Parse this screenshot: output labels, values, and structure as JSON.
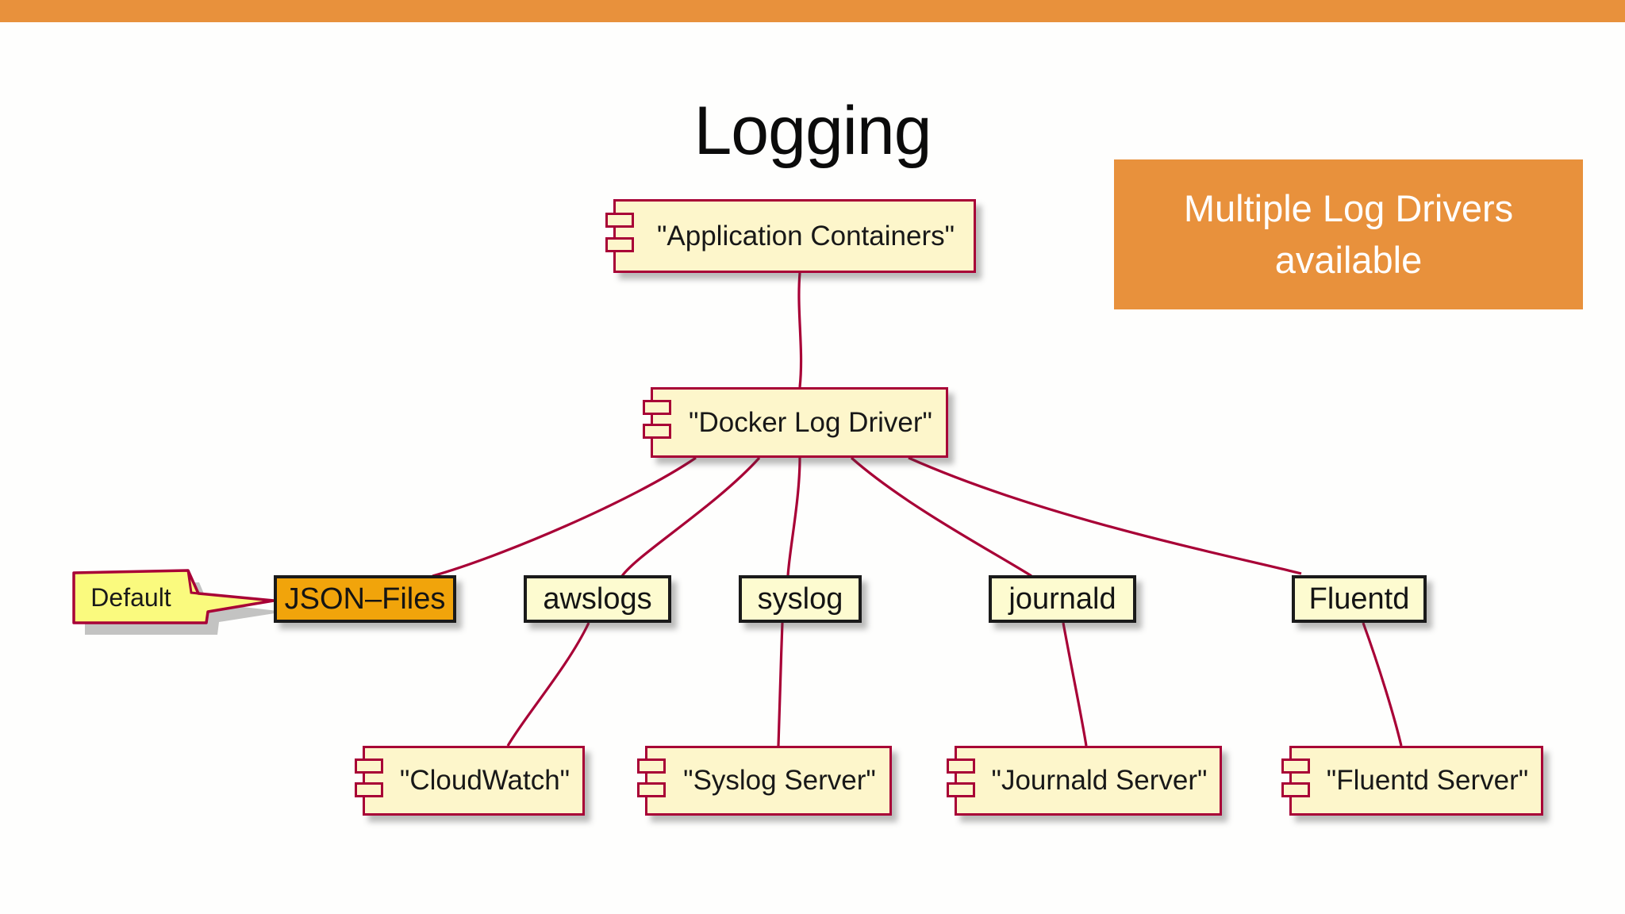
{
  "slide": {
    "title": "Logging",
    "background_color": "#FEFEFD",
    "banner_color": "#E8913C"
  },
  "callout": {
    "line1": "Multiple Log Drivers",
    "line2": "available",
    "bg_color": "#E8913C",
    "text_color": "#FFFFFF"
  },
  "diagram": {
    "type": "uml-component-diagram",
    "colors": {
      "edge": "#A80036",
      "component_fill": "#FDF6CB",
      "component_border": "#A80036",
      "driver_fill": "#FDFBD0",
      "driver_border": "#1A1A1A",
      "highlight_fill": "#F1A40B",
      "note_fill": "#FAFA7E",
      "note_border": "#A80036"
    },
    "nodes": {
      "app_containers": "\"Application Containers\"",
      "docker_log_driver": "\"Docker Log Driver\"",
      "cloudwatch": "\"CloudWatch\"",
      "syslog_server": "\"Syslog Server\"",
      "journald_server": "\"Journald Server\"",
      "fluentd_server": "\"Fluentd Server\""
    },
    "drivers": {
      "json_files": "JSON–Files",
      "awslogs": "awslogs",
      "syslog": "syslog",
      "journald": "journald",
      "fluentd": "Fluentd"
    },
    "note_label": "Default",
    "note_points_to": "json_files",
    "edges": [
      [
        "app_containers",
        "docker_log_driver"
      ],
      [
        "docker_log_driver",
        "json_files"
      ],
      [
        "docker_log_driver",
        "awslogs"
      ],
      [
        "docker_log_driver",
        "syslog"
      ],
      [
        "docker_log_driver",
        "journald"
      ],
      [
        "docker_log_driver",
        "fluentd"
      ],
      [
        "awslogs",
        "cloudwatch"
      ],
      [
        "syslog",
        "syslog_server"
      ],
      [
        "journald",
        "journald_server"
      ],
      [
        "fluentd",
        "fluentd_server"
      ]
    ]
  }
}
